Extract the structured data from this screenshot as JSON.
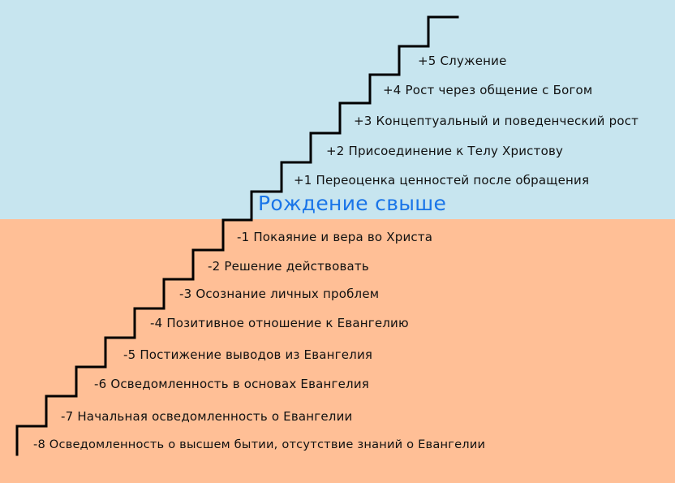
{
  "colors": {
    "top_bg": "#c7e5ef",
    "bottom_bg": "#ffbf96",
    "stair": "#000000",
    "center_text": "#1a75e8"
  },
  "center_label": "Рождение свыше",
  "steps_above": [
    "+5 Служение",
    "+4 Рост через общение с Богом",
    "+3 Концептуальный и поведенческий рост",
    "+2 Присоединение к Телу Христову",
    "+1 Переоценка ценностей после обращения"
  ],
  "steps_below": [
    "-1 Покаяние и вера во Христа",
    "-2 Решение действовать",
    "-3 Осознание личных проблем",
    "-4 Позитивное отношение к Евангелию",
    "-5 Постижение выводов из Евангелия",
    "-6 Осведомленность в основах Евангелия",
    "-7 Начальная осведомленность о Евангелии",
    "-8 Осведомленность о высшем бытии, отсутствие знаний о Евангелии"
  ]
}
